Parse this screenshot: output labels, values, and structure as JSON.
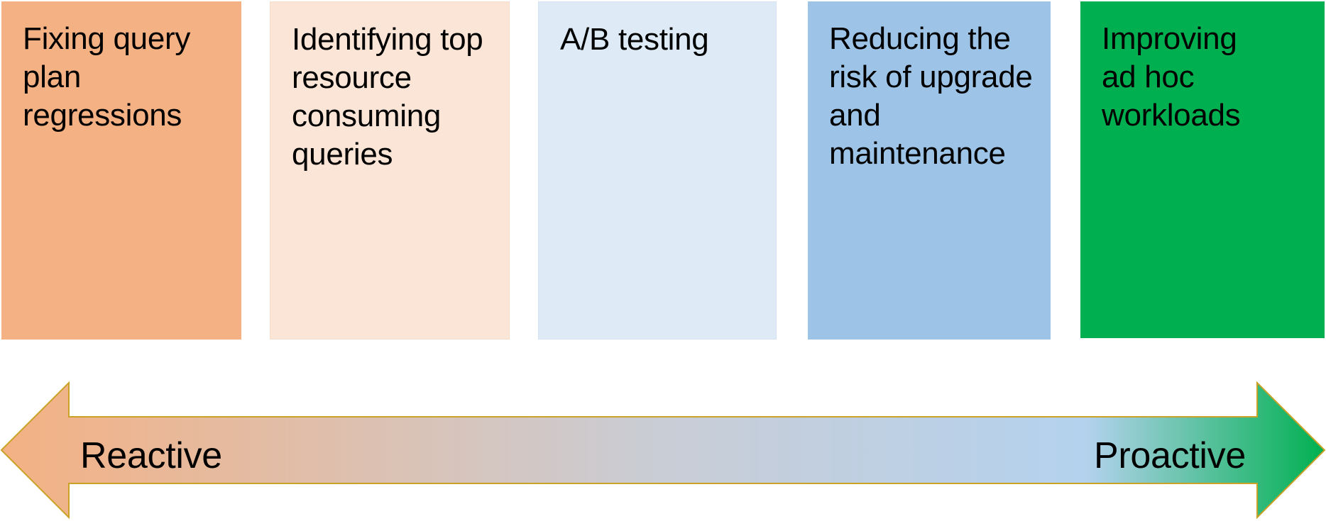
{
  "cards": [
    {
      "label": "Fixing query plan regressions",
      "color": "#F4B183"
    },
    {
      "label": "Identifying top resource consuming queries",
      "color": "#FBE5D6"
    },
    {
      "label": "A/B testing",
      "color": "#DEEBF7"
    },
    {
      "label": "Reducing the risk of upgrade and maintenance",
      "color": "#9DC3E6"
    },
    {
      "label": "Improving ad hoc workloads",
      "color": "#00B050"
    }
  ],
  "spectrum": {
    "left_label": "Reactive",
    "right_label": "Proactive",
    "gradient_colors": [
      "#F4B183",
      "#C9CDD6",
      "#B4D2EE",
      "#00B050"
    ],
    "outline_color": "#C9A227"
  }
}
